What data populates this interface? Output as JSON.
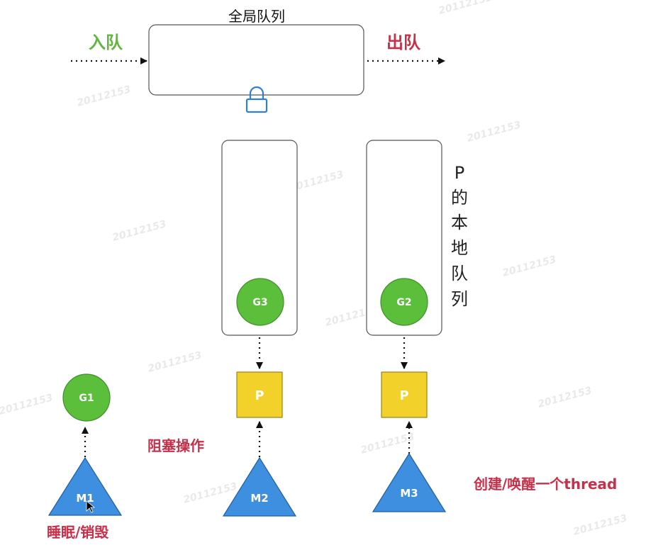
{
  "global_queue": {
    "title": "全局队列",
    "enqueue_label": "入队",
    "dequeue_label": "出队"
  },
  "local_queue_label": [
    "P",
    "的",
    "本",
    "地",
    "队",
    "列"
  ],
  "goroutines": {
    "g1": "G1",
    "g2": "G2",
    "g3": "G3"
  },
  "processors": {
    "p1": "P",
    "p2": "P"
  },
  "machines": {
    "m1": "M1",
    "m2": "M2",
    "m3": "M3"
  },
  "annotations": {
    "block_op": "阻塞操作",
    "sleep_destroy": "睡眠/销毁",
    "create_wake": "创建/唤醒一个thread"
  },
  "watermark": "20112153",
  "colors": {
    "goroutine_green": "#5cbf3b",
    "processor_yellow": "#f3d12b",
    "machine_blue": "#3f8fe0",
    "lock_blue": "#2f7fd3",
    "label_green": "#5fb83a",
    "label_red": "#c8304a"
  }
}
